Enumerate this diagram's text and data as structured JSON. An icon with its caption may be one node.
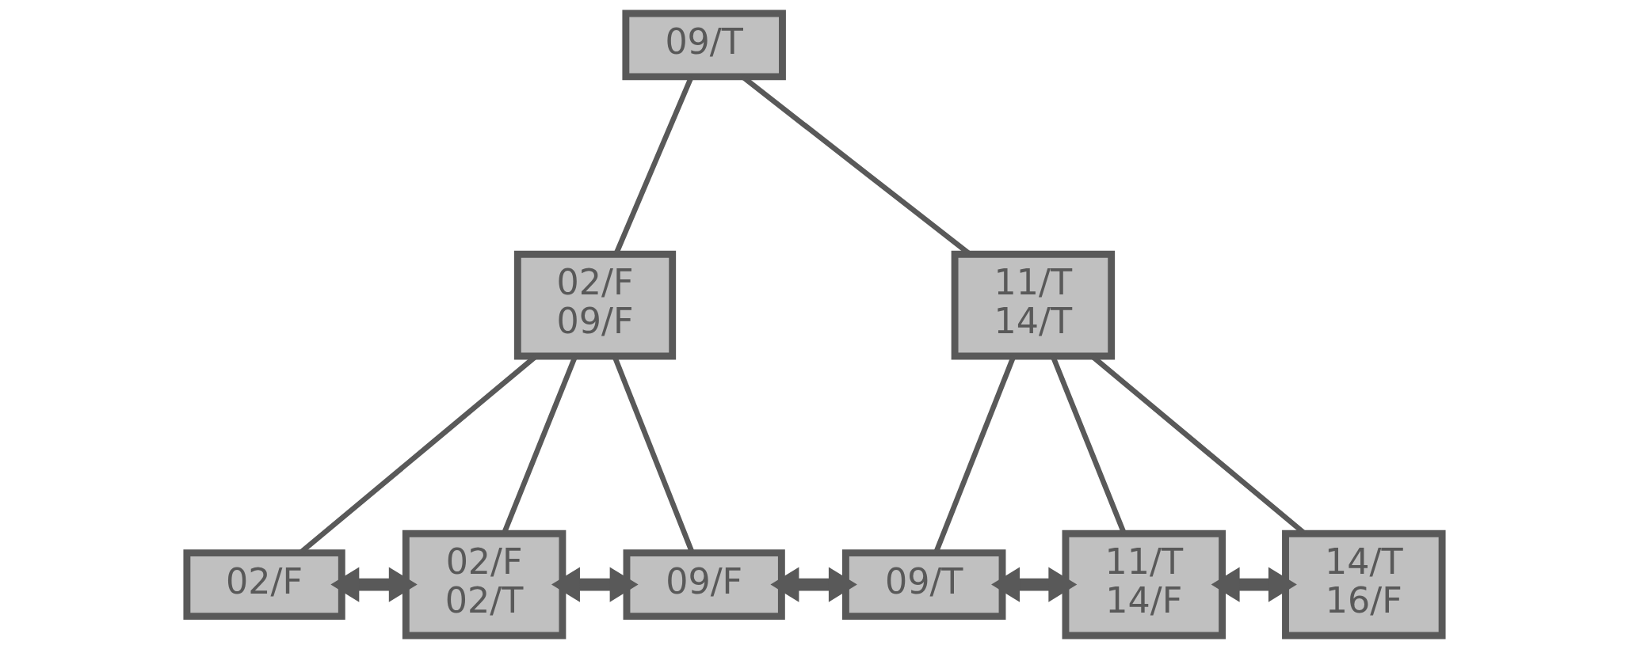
{
  "diagram": {
    "nodes": [
      {
        "text": [
          "09/T"
        ]
      },
      {
        "text": [
          "02/F",
          "09/F"
        ]
      },
      {
        "text": [
          "11/T",
          "14/T"
        ]
      },
      {
        "text": [
          "02/F"
        ]
      },
      {
        "text": [
          "02/F",
          "02/T"
        ]
      },
      {
        "text": [
          "09/F"
        ]
      },
      {
        "text": [
          "09/T"
        ]
      },
      {
        "text": [
          "11/T",
          "14/F"
        ]
      },
      {
        "text": [
          "14/T",
          "16/F"
        ]
      }
    ],
    "edges": [
      {
        "from": 0,
        "to": 1,
        "arrow": "none"
      },
      {
        "from": 0,
        "to": 2,
        "arrow": "none"
      },
      {
        "from": 1,
        "to": 3,
        "arrow": "none"
      },
      {
        "from": 1,
        "to": 4,
        "arrow": "none"
      },
      {
        "from": 1,
        "to": 5,
        "arrow": "none"
      },
      {
        "from": 2,
        "to": 6,
        "arrow": "none"
      },
      {
        "from": 2,
        "to": 7,
        "arrow": "none"
      },
      {
        "from": 2,
        "to": 8,
        "arrow": "none"
      },
      {
        "from": 3,
        "to": 4,
        "arrow": "both",
        "style": "thick"
      },
      {
        "from": 4,
        "to": 5,
        "arrow": "both",
        "style": "thick"
      },
      {
        "from": 5,
        "to": 6,
        "arrow": "both",
        "style": "thick"
      },
      {
        "from": 6,
        "to": 7,
        "arrow": "both",
        "style": "thick"
      },
      {
        "from": 7,
        "to": 8,
        "arrow": "both",
        "style": "thick"
      }
    ]
  }
}
